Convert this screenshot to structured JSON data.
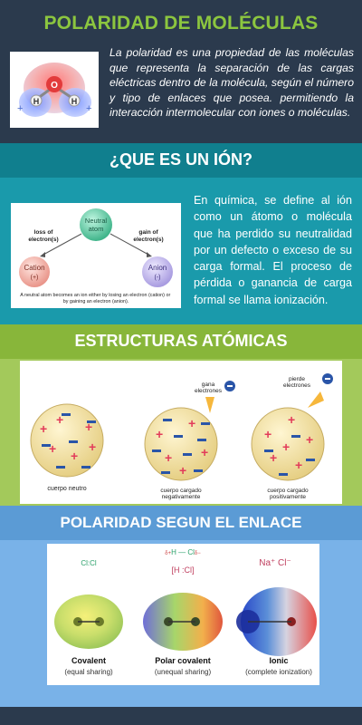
{
  "section1": {
    "title": "POLARIDAD DE MOLÉCULAS",
    "paragraph": "La polaridad es una propiedad de las moléculas que representa la separación de las cargas eléctricas dentro de la molécula, según el número y tipo de enlaces que posea. permitiendo la interacción intermolecular con iones o moléculas.",
    "figure": {
      "h_left": "H",
      "o": "O",
      "h_right": "H"
    }
  },
  "section2": {
    "title": "¿QUE ES UN IÓN?",
    "paragraph": "En química, se define al ión como un átomo o molécula que ha perdido su neutralidad por un defecto o exceso de su carga formal. El proceso de pérdida o ganancia de carga formal se llama ionización.",
    "diagram": {
      "neutral": "Neutral atom",
      "loss": "loss of electron(s)",
      "gain": "gain of electron(s)",
      "cation": "Cation",
      "cation_sign": "(+)",
      "anion": "Anion",
      "anion_sign": "(-)",
      "caption": "A neutral atom becomes an ion either by losing an electron (cation) or by gaining an electron (anion)."
    }
  },
  "section3": {
    "title": "ESTRUCTURAS ATÓMICAS",
    "figure": {
      "gana": "gana electrones",
      "pierde": "pierde electrones",
      "neutro": "cuerpo neutro",
      "negativo": "cuerpo cargado negativamente",
      "positivo": "cuerpo cargado positivamente"
    }
  },
  "section4": {
    "title": "POLARIDAD SEGUN EL ENLACE",
    "figure": {
      "cl2": "Cl:Cl",
      "hcl_partial": "δ+H — Clδ−",
      "hcl_dots": "[H :Cl]",
      "nacl": "Na⁺ Cl⁻",
      "covalent": "Covalent",
      "covalent_sub": "(equal sharing)",
      "polar": "Polar covalent",
      "polar_sub": "(unequal sharing)",
      "ionic": "Ionic",
      "ionic_sub": "(complete ionization)"
    }
  },
  "colors": {
    "title_green": "#8cc63f",
    "dark_bg": "#2b3a4d",
    "teal": "#1a9aab",
    "green": "#a3c95b",
    "blue": "#79b2e8"
  }
}
